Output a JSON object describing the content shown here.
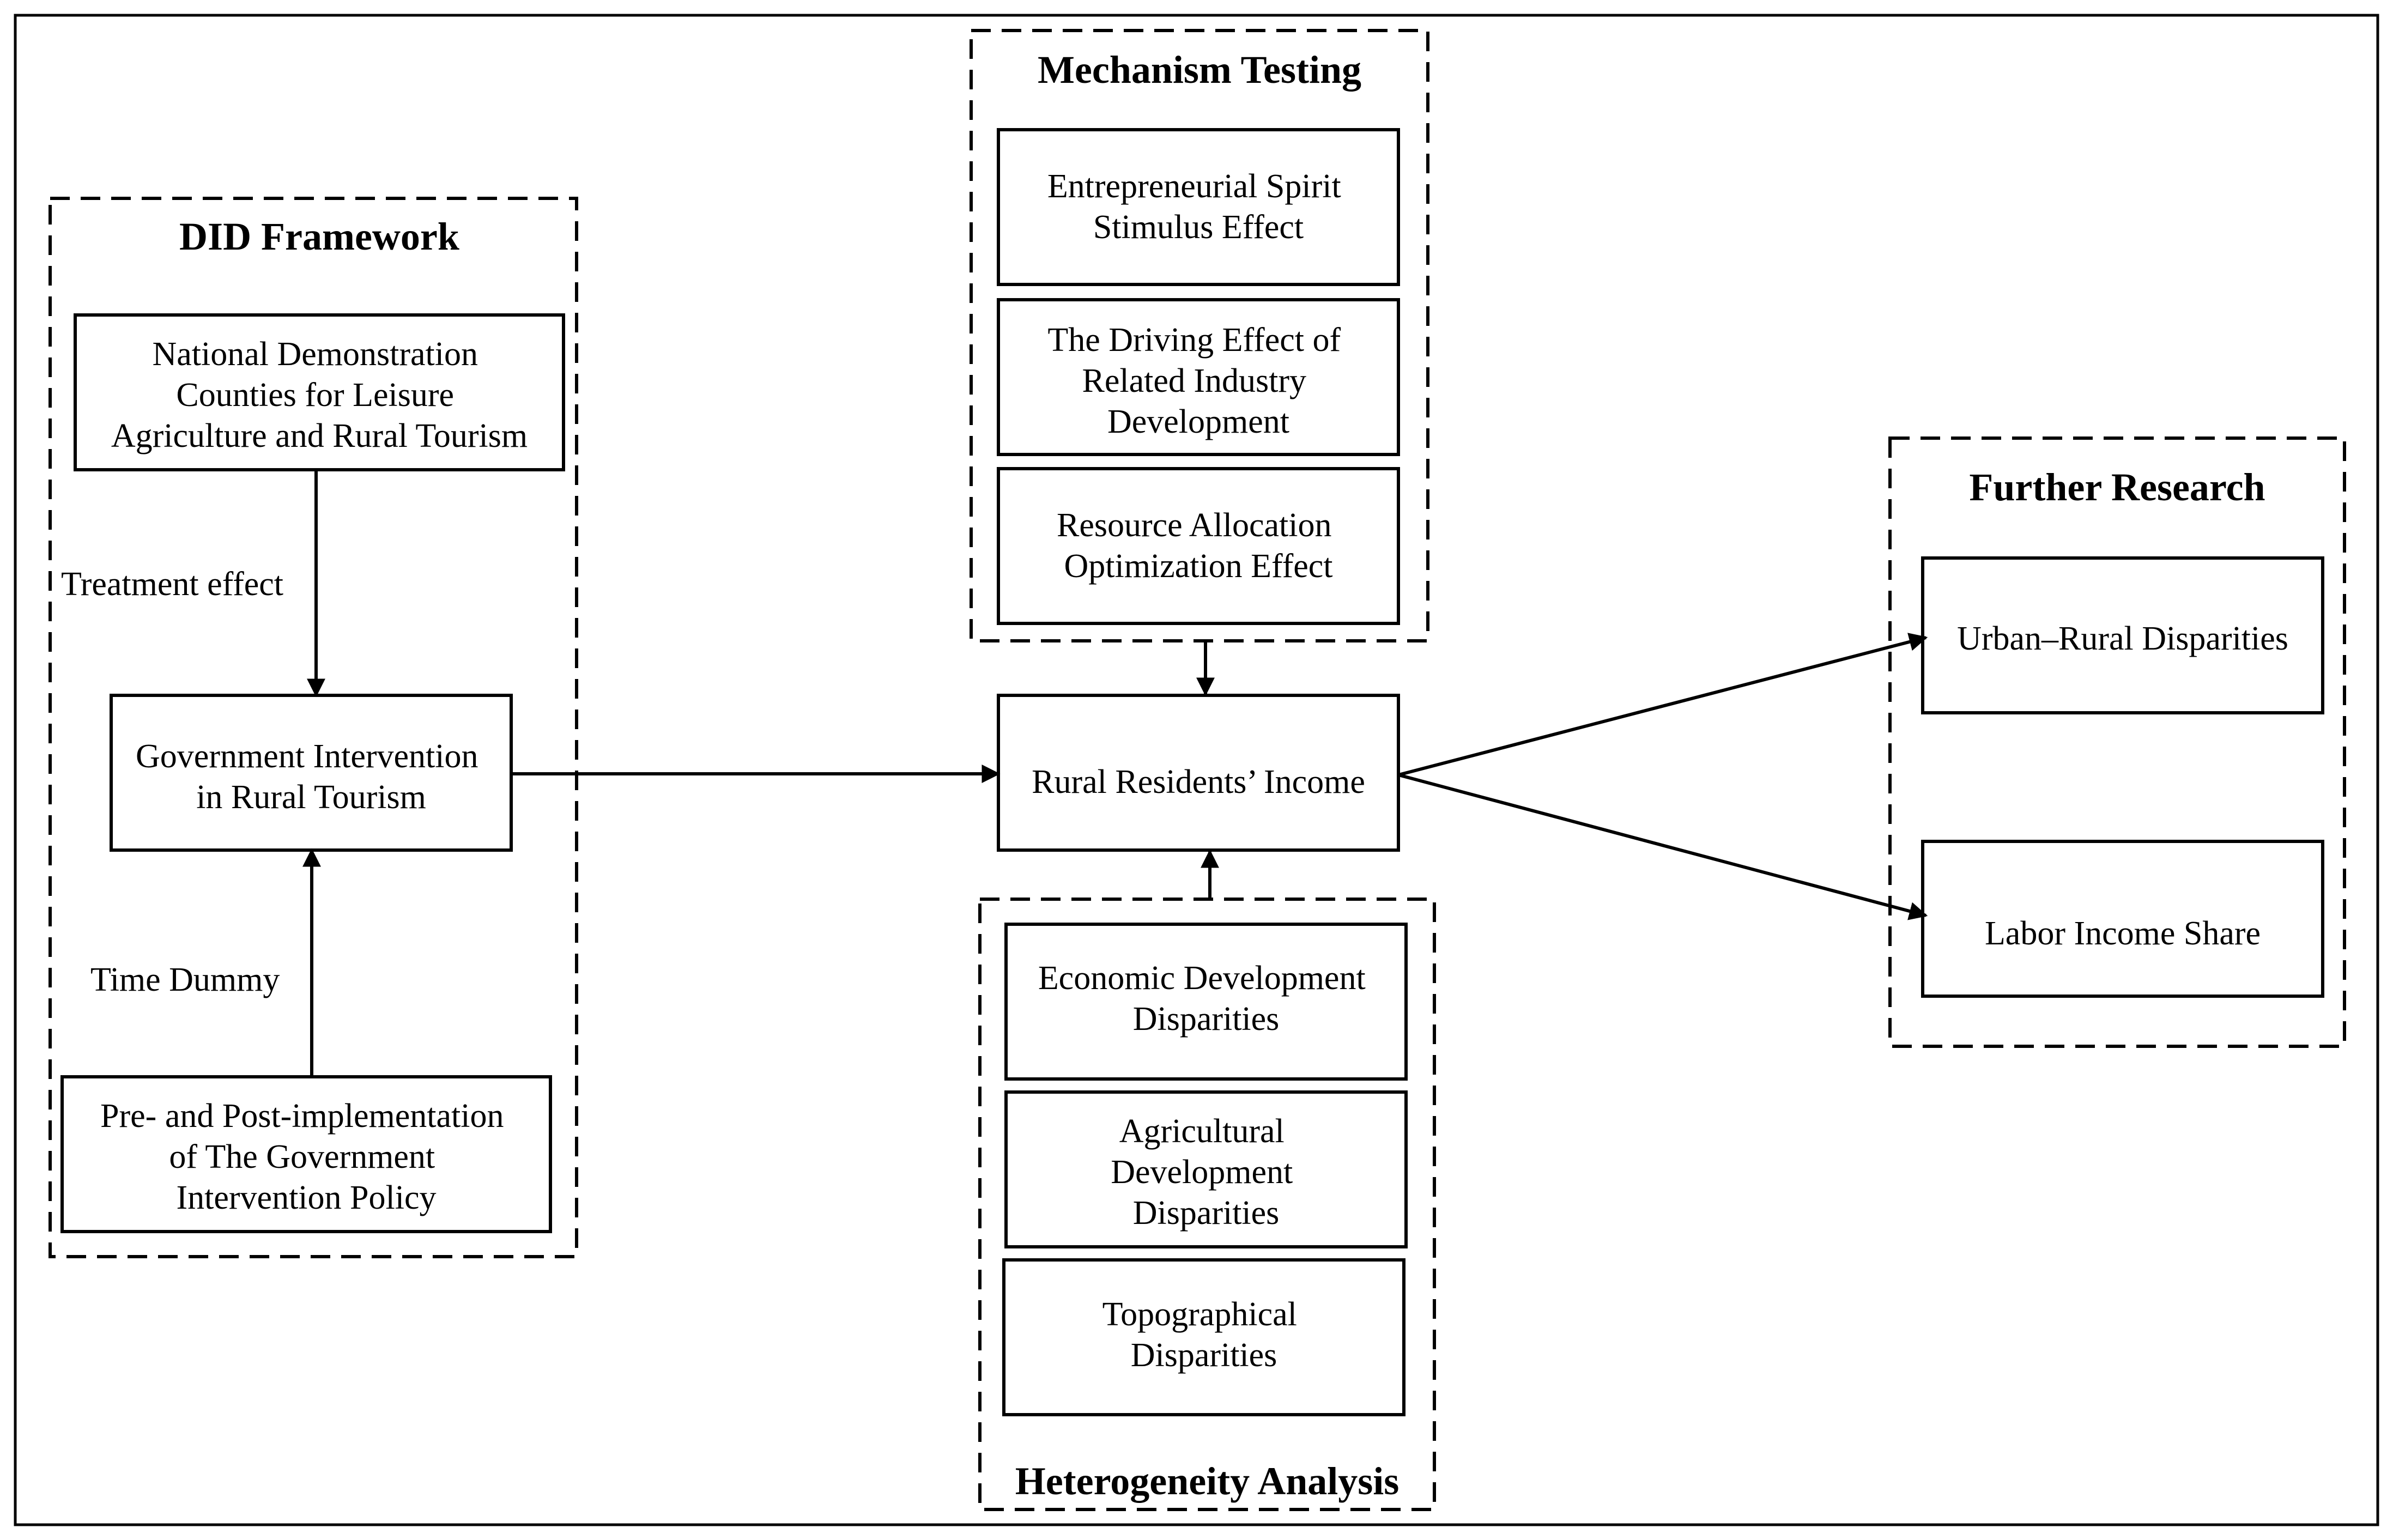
{
  "groups": {
    "did": {
      "title": "DID Framework"
    },
    "mechanism": {
      "title": "Mechanism Testing"
    },
    "heterogeneity": {
      "title": "Heterogeneity Analysis"
    },
    "further": {
      "title": "Further Research"
    }
  },
  "nodes": {
    "demo_counties": [
      "National Demonstration",
      "Counties for Leisure",
      "Agriculture and Rural Tourism"
    ],
    "gov_intervention": [
      "Government Intervention",
      "in Rural Tourism"
    ],
    "pre_post": [
      "Pre- and Post-implementation",
      "of The Government",
      "Intervention Policy"
    ],
    "entrepreneurial": [
      "Entrepreneurial Spirit",
      "Stimulus Effect"
    ],
    "driving_effect": [
      "The Driving Effect of",
      "Related Industry",
      "Development"
    ],
    "resource_allocation": [
      "Resource Allocation",
      "Optimization Effect"
    ],
    "rural_income": [
      "Rural Residents’ Income"
    ],
    "economic_dev": [
      "Economic Development",
      "Disparities"
    ],
    "agricultural_dev": [
      "Agricultural",
      "Development",
      "Disparities"
    ],
    "topographical": [
      "Topographical",
      "Disparities"
    ],
    "urban_rural": [
      "Urban–Rural Disparities"
    ],
    "labor_income": [
      "Labor Income Share"
    ]
  },
  "edge_labels": {
    "treatment": "Treatment effect",
    "time_dummy": "Time Dummy"
  }
}
